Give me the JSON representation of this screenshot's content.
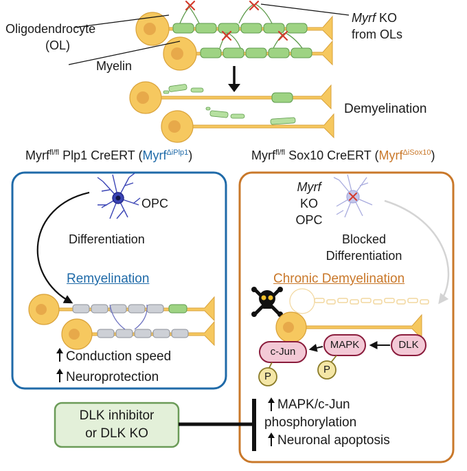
{
  "top": {
    "oligodendrocyte": "Oligodendrocyte",
    "ol_abbrev": "(OL)",
    "myelin": "Myelin",
    "myrf_ko_gene": "Myrf",
    "myrf_ko_rest": " KO",
    "from_ols": "from OLs",
    "demyelination": "Demyelination"
  },
  "left_panel": {
    "header_main": "Myrf",
    "header_sup": "fl/fl",
    "header_mid": " Plp1 CreERT (",
    "header_gene": "Myrf",
    "header_gene_sup": "ΔiPlp1",
    "header_close": ")",
    "opc": "OPC",
    "differentiation": "Differentiation",
    "outcome": "Remyelination",
    "bullet1": "Conduction speed",
    "bullet2": "Neuroprotection"
  },
  "right_panel": {
    "header_main": "Myrf",
    "header_sup": "fl/fl",
    "header_mid": " Sox10 CreERT (",
    "header_gene": "Myrf",
    "header_gene_sup": "ΔiSox10",
    "header_close": ")",
    "opc_gene": "Myrf",
    "opc_ko": "KO",
    "opc": "OPC",
    "blocked": "Blocked",
    "differentiation": "Differentiation",
    "outcome": "Chronic Demyelination",
    "cjun": "c-Jun",
    "mapk": "MAPK",
    "dlk": "DLK",
    "p": "P",
    "bullet1_line1": "MAPK/c-Jun",
    "bullet1_line2": "phosphorylation",
    "bullet2": "Neuronal apoptosis"
  },
  "inhibitor_box": {
    "line1": "DLK inhibitor",
    "line2": "or DLK KO"
  },
  "colors": {
    "neuron": "#f6c85f",
    "neuron_stroke": "#d9a23a",
    "myelin": "#9ed383",
    "remyelin": "#cdd0d6",
    "left_box": "#1f6aa8",
    "right_box": "#c9782a",
    "ko_mark": "#d33b2c",
    "opc_blue": "#3a44b5",
    "protein_pink": "#f3c9d6",
    "protein_border": "#8a1c3c",
    "phospho": "#f4e6a6",
    "inhibitor_fill": "#e3f0d9",
    "inhibitor_border": "#6b9b58"
  }
}
